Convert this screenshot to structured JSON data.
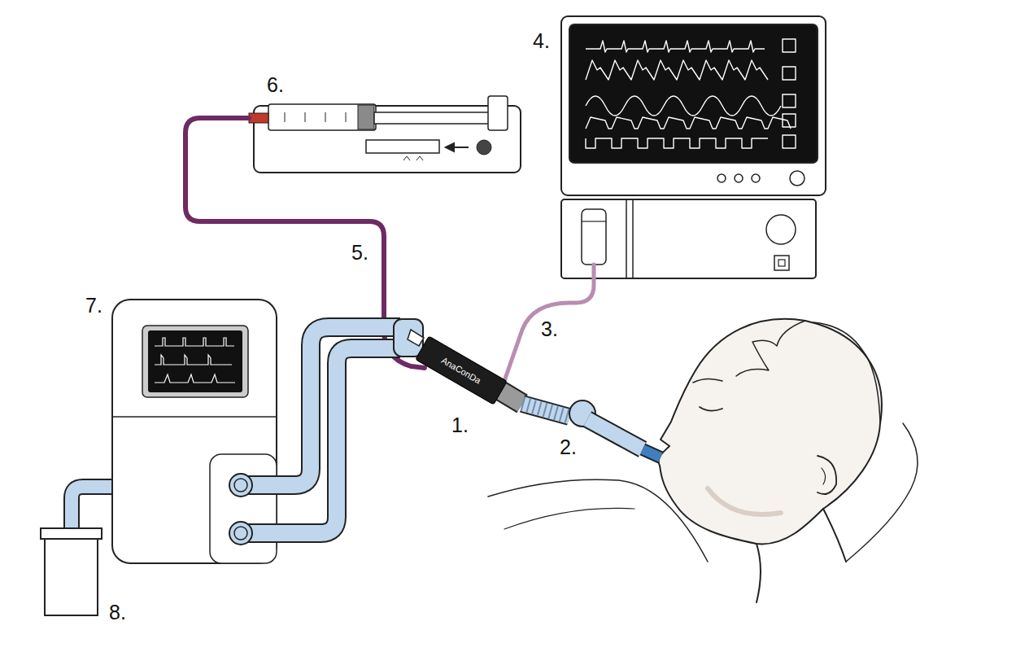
{
  "diagram": {
    "nodes": [
      {
        "text": [
          "AnaConDa"
        ]
      }
    ],
    "labels": [
      "1.",
      "2.",
      "3.",
      "4.",
      "5.",
      "6.",
      "7.",
      "8."
    ]
  }
}
